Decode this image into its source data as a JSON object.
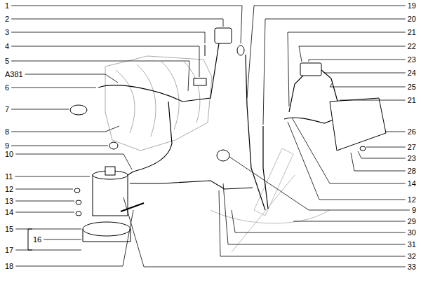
{
  "diagram": {
    "labels": [
      "1",
      "2",
      "3",
      "4",
      "5",
      "A381",
      "6",
      "7",
      "8",
      "9",
      "10",
      "11",
      "12",
      "13",
      "14",
      "15",
      "16",
      "17",
      "18",
      "19",
      "20",
      "21",
      "22",
      "23",
      "24",
      "25",
      "21",
      "26",
      "27",
      "23",
      "28",
      "14",
      "12",
      "9",
      "29",
      "30",
      "31",
      "32",
      "33"
    ]
  }
}
